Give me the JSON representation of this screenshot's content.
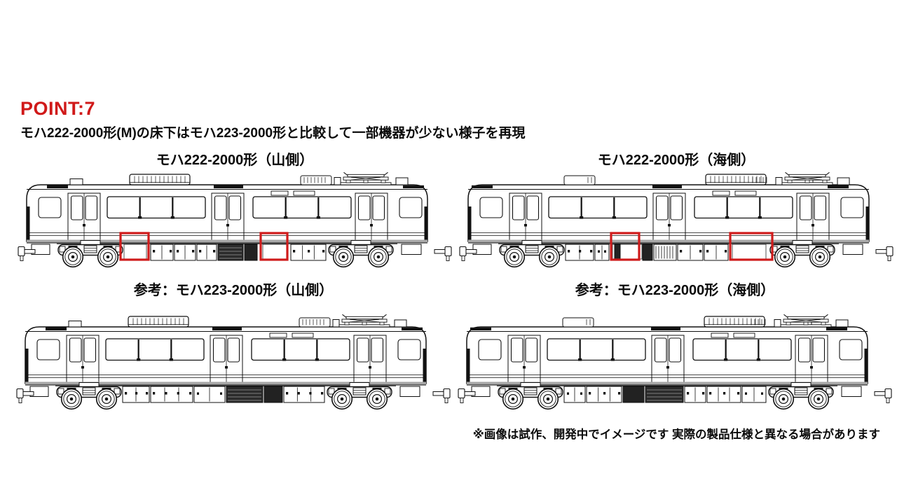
{
  "header": {
    "point_label": "POINT:7",
    "description": "モハ222-2000形(M)の床下はモハ223-2000形と比較して一部機器が少ない様子を再現"
  },
  "footer": {
    "disclaimer": "※画像は試作、開発中でイメージです 実際の製品仕様と異なる場合があります"
  },
  "colors": {
    "accent": "#d01919",
    "highlight": "#cf1b1b",
    "line": "#111111",
    "floor_gray": "#a8a8a8"
  },
  "diagrams": [
    {
      "id": "moha222-2000-yama",
      "caption": "モハ222-2000形（山側）",
      "mirror": false,
      "underfloor": [
        [
          152,
          32,
          "slot"
        ],
        [
          190,
          32,
          "win"
        ],
        [
          224,
          30,
          "win"
        ],
        [
          256,
          28,
          "win"
        ],
        [
          286,
          36,
          "darkribbed"
        ],
        [
          324,
          18,
          "dark"
        ],
        [
          350,
          36,
          "slot"
        ],
        [
          390,
          50,
          "win"
        ]
      ],
      "highlights": [
        [
          147,
          93,
          40,
          38
        ],
        [
          347,
          93,
          38,
          38
        ]
      ]
    },
    {
      "id": "moha222-2000-umi",
      "caption": "モハ222-2000形（海側）",
      "mirror": true,
      "underfloor": [
        [
          152,
          40,
          "win"
        ],
        [
          194,
          20,
          "plain"
        ],
        [
          219,
          42,
          "slot"
        ],
        [
          222,
          8,
          "dark"
        ],
        [
          262,
          14,
          "dark"
        ],
        [
          278,
          32,
          "ribbed"
        ],
        [
          312,
          36,
          "win"
        ],
        [
          350,
          34,
          "win"
        ],
        [
          390,
          48,
          "slot"
        ]
      ],
      "highlights": [
        [
          217,
          93,
          40,
          38
        ],
        [
          387,
          93,
          60,
          38
        ]
      ]
    },
    {
      "id": "moha223-2000-yama",
      "caption": "参考：モハ223-2000形（山側）",
      "mirror": false,
      "underfloor": [
        [
          152,
          38,
          "win"
        ],
        [
          192,
          60,
          "win"
        ],
        [
          254,
          44,
          "plain"
        ],
        [
          300,
          52,
          "darkribbed"
        ],
        [
          354,
          26,
          "dark"
        ],
        [
          382,
          58,
          "win"
        ]
      ],
      "highlights": []
    },
    {
      "id": "moha223-2000-umi",
      "caption": "参考：モハ223-2000形（海側）",
      "mirror": true,
      "underfloor": [
        [
          152,
          30,
          "plain"
        ],
        [
          184,
          50,
          "win"
        ],
        [
          236,
          30,
          "dark"
        ],
        [
          268,
          54,
          "darkribbed"
        ],
        [
          324,
          30,
          "win"
        ],
        [
          356,
          48,
          "win"
        ],
        [
          406,
          34,
          "plain"
        ]
      ],
      "highlights": []
    }
  ]
}
